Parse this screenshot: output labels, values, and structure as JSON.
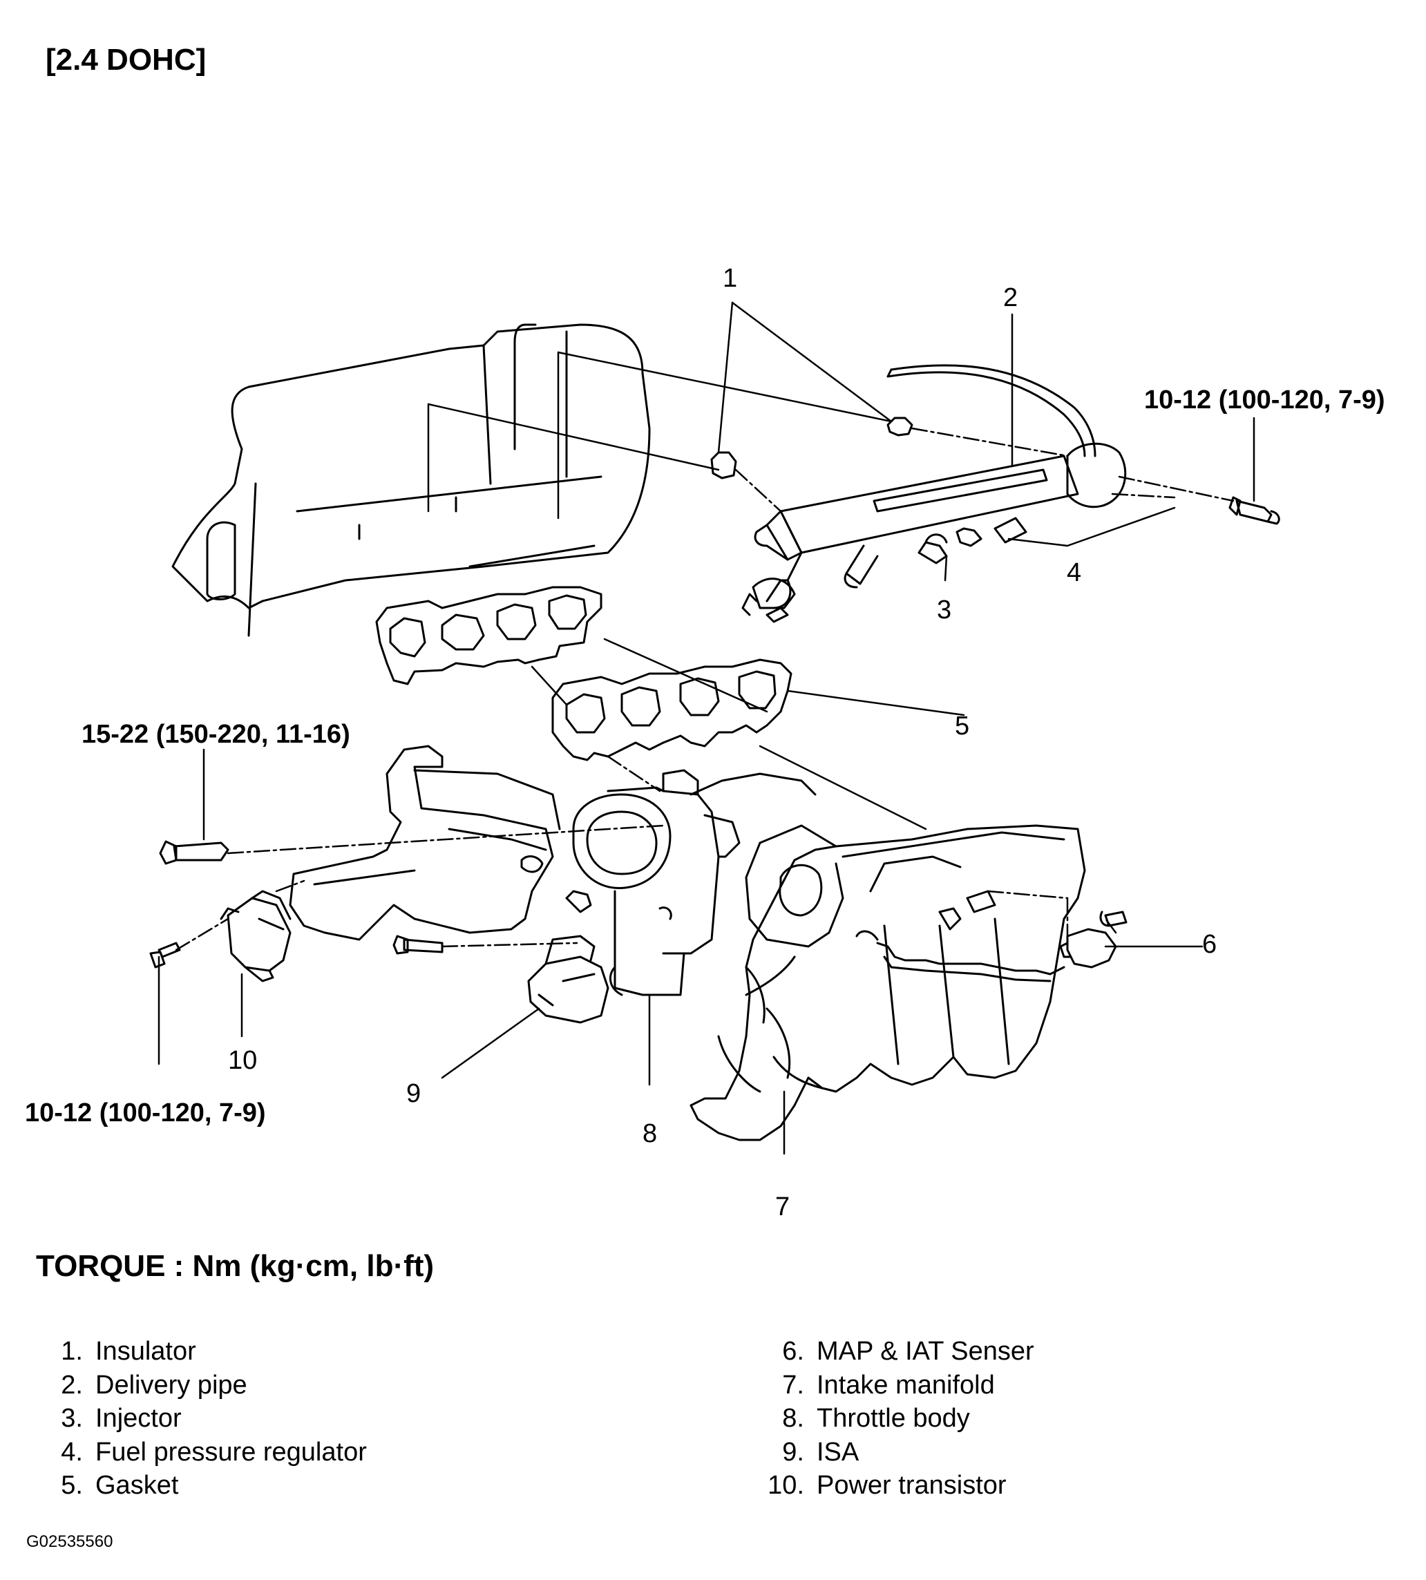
{
  "title": "[2.4 DOHC]",
  "torque_labels": {
    "delivery_pipe_bolt": "10-12 (100-120, 7-9)",
    "manifold_bolt": "15-22 (150-220, 11-16)",
    "transistor_bolt": "10-12 (100-120, 7-9)"
  },
  "callouts": [
    "1",
    "2",
    "3",
    "4",
    "5",
    "6",
    "7",
    "8",
    "9",
    "10"
  ],
  "torque_unit": "TORQUE : Nm (kg·cm, lb·ft)",
  "legend": [
    {
      "num": "1.",
      "label": "Insulator"
    },
    {
      "num": "2.",
      "label": "Delivery pipe"
    },
    {
      "num": "3.",
      "label": "Injector"
    },
    {
      "num": "4.",
      "label": "Fuel pressure regulator"
    },
    {
      "num": "5.",
      "label": "Gasket"
    },
    {
      "num": "6.",
      "label": "MAP & IAT Senser"
    },
    {
      "num": "7.",
      "label": "Intake manifold"
    },
    {
      "num": "8.",
      "label": "Throttle body"
    },
    {
      "num": "9.",
      "label": "ISA"
    },
    {
      "num": "10.",
      "label": "Power transistor"
    }
  ],
  "figure_code": "G02535560"
}
